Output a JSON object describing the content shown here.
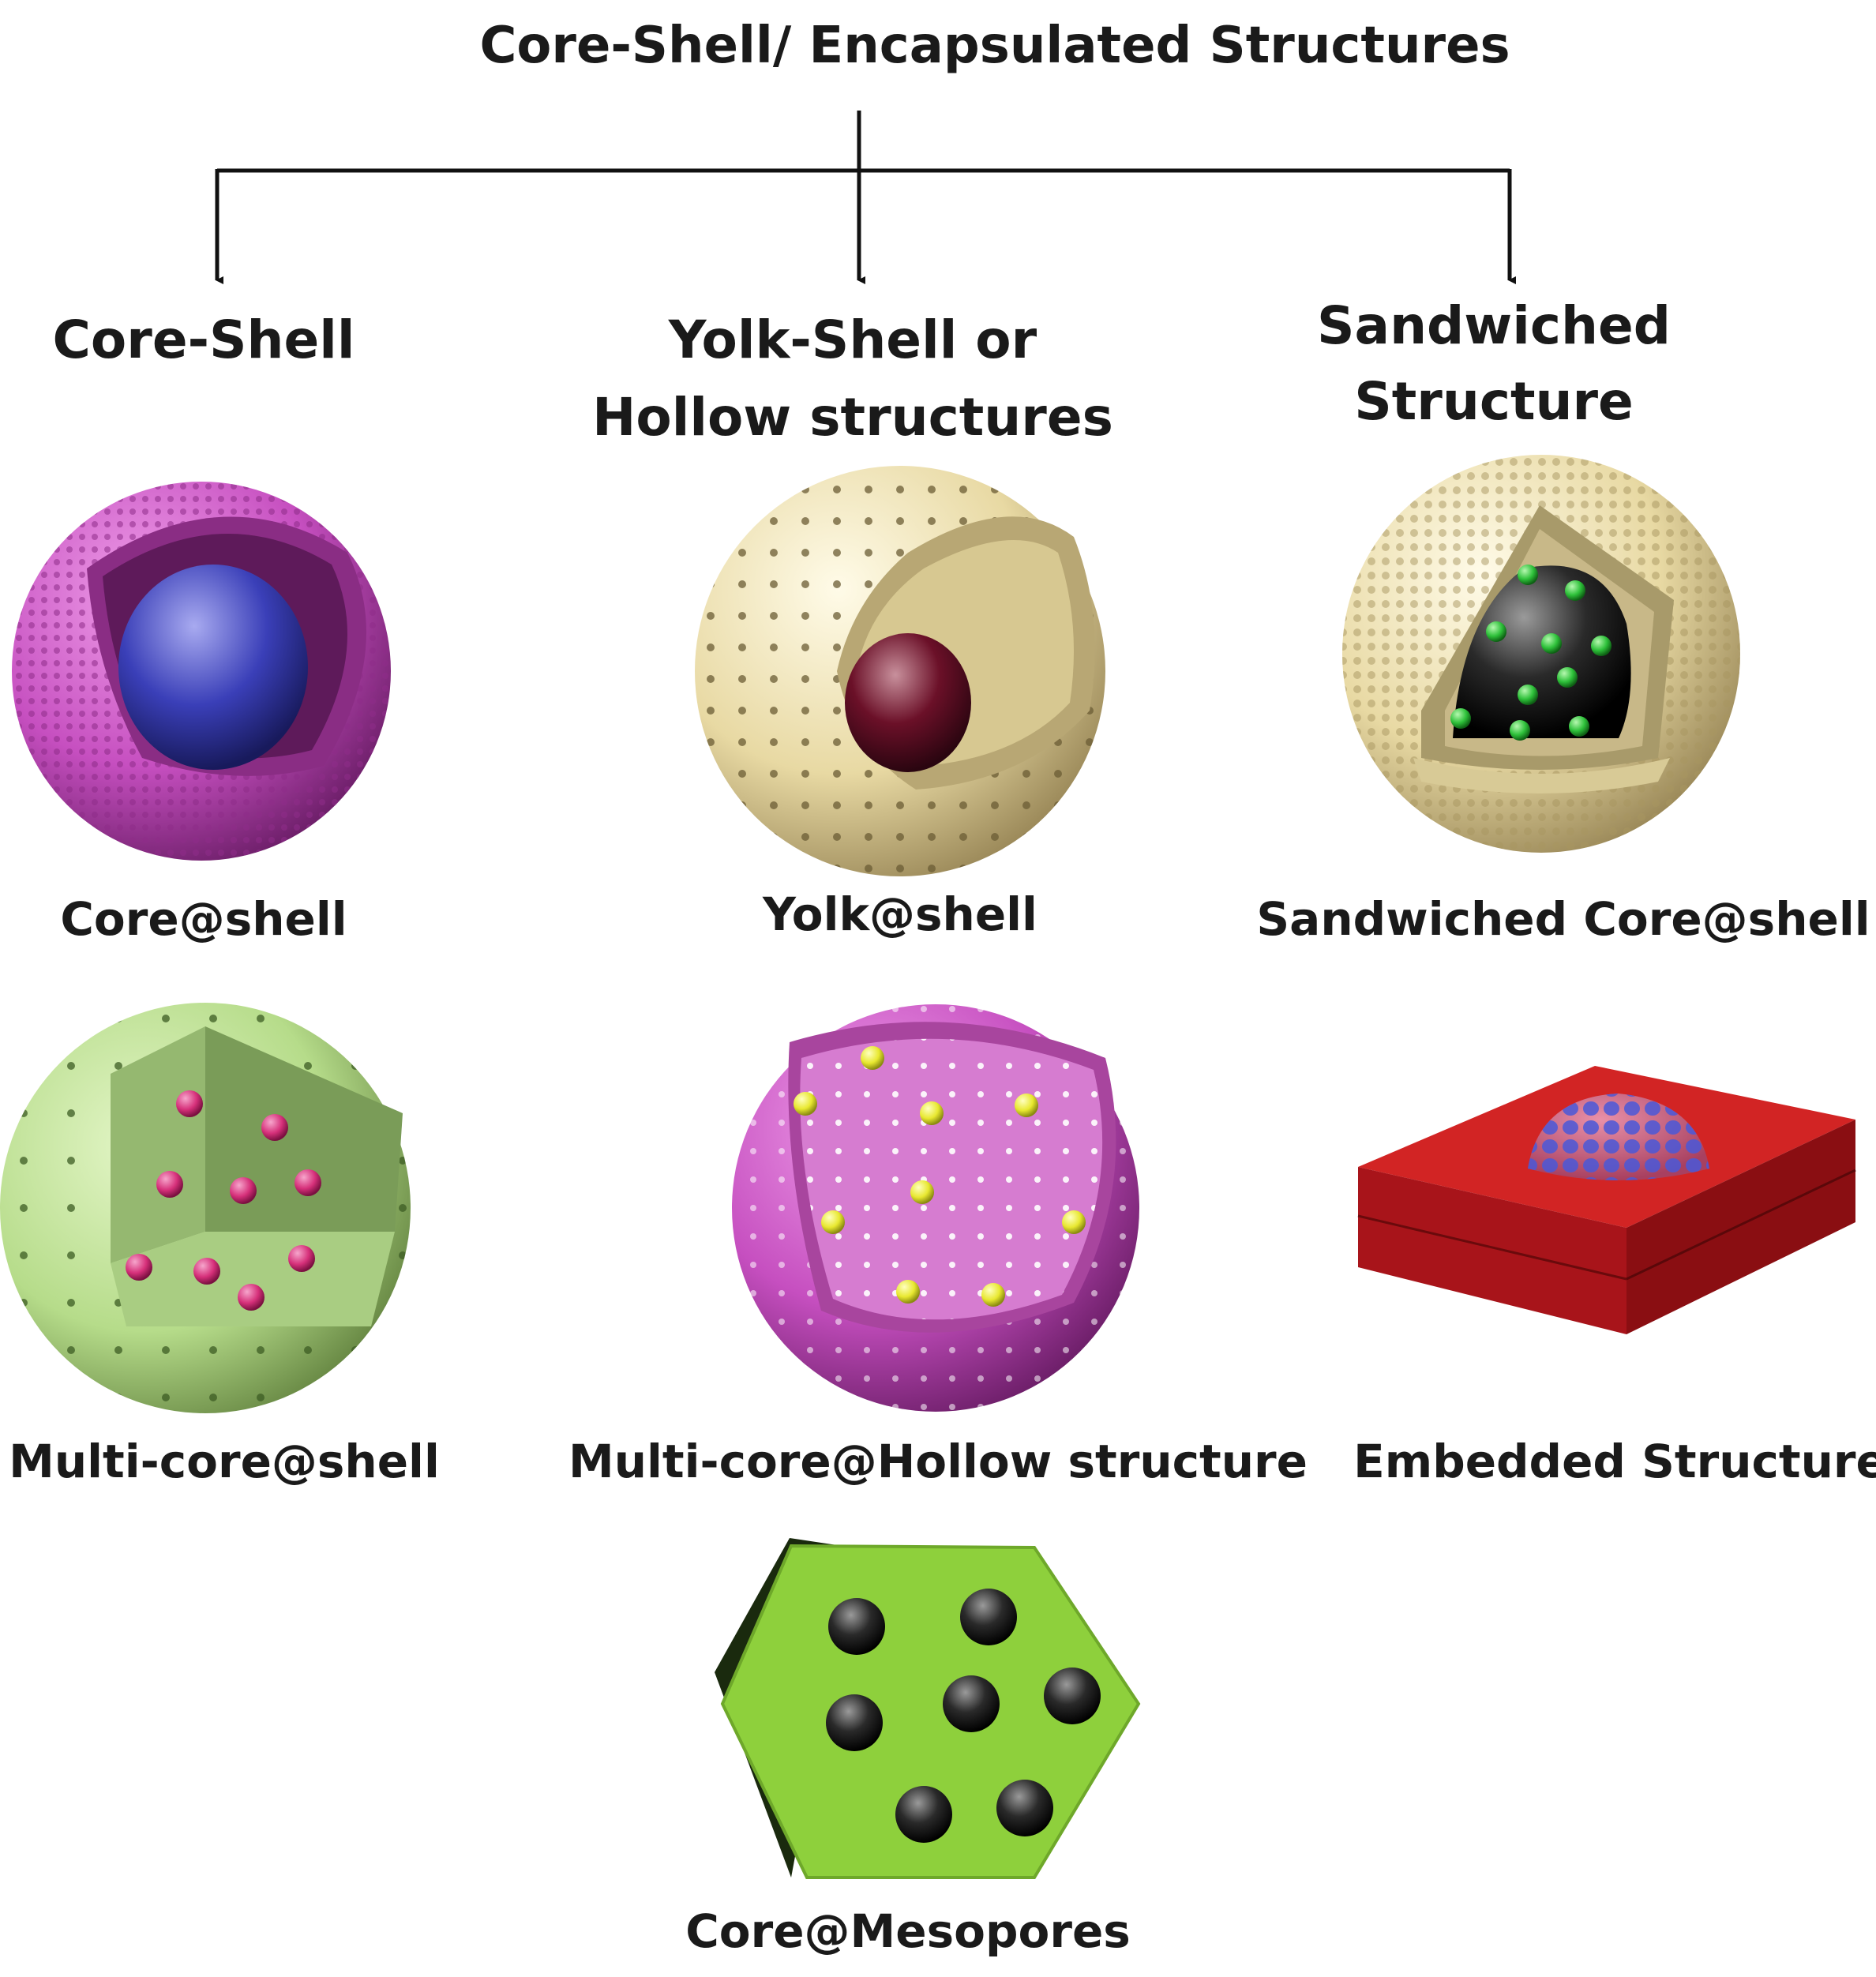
{
  "title": "Core-Shell/  Encapsulated Structures",
  "categories": {
    "core_shell": "Core-Shell",
    "yolk_shell_line1": "Yolk-Shell or",
    "yolk_shell_line2": "Hollow structures",
    "sandwiched_line1": "Sandwiched",
    "sandwiched_line2": "Structure"
  },
  "labels": {
    "core_at_shell": "Core@shell",
    "yolk_at_shell": "Yolk@shell",
    "sandwiched_core_at_shell": "Sandwiched Core@shell",
    "multi_core_at_shell": "Multi-core@shell",
    "multi_core_at_hollow": "Multi-core@Hollow structure",
    "embedded_structure": "Embedded Structure",
    "core_at_mesopores": "Core@Mesopores"
  },
  "colors": {
    "magenta_shell": "#c64fc0",
    "blue_core": "#3a3fb8",
    "cream_shell": "#e8d9a3",
    "maroon_yolk": "#6b1028",
    "green_shell": "#b6dc8a",
    "pink_particle": "#d6307a",
    "yellow_particle": "#e8e830",
    "green_dot": "#2ec13a",
    "red_slab": "#c41a1a",
    "lime_hex": "#8ed03c"
  }
}
